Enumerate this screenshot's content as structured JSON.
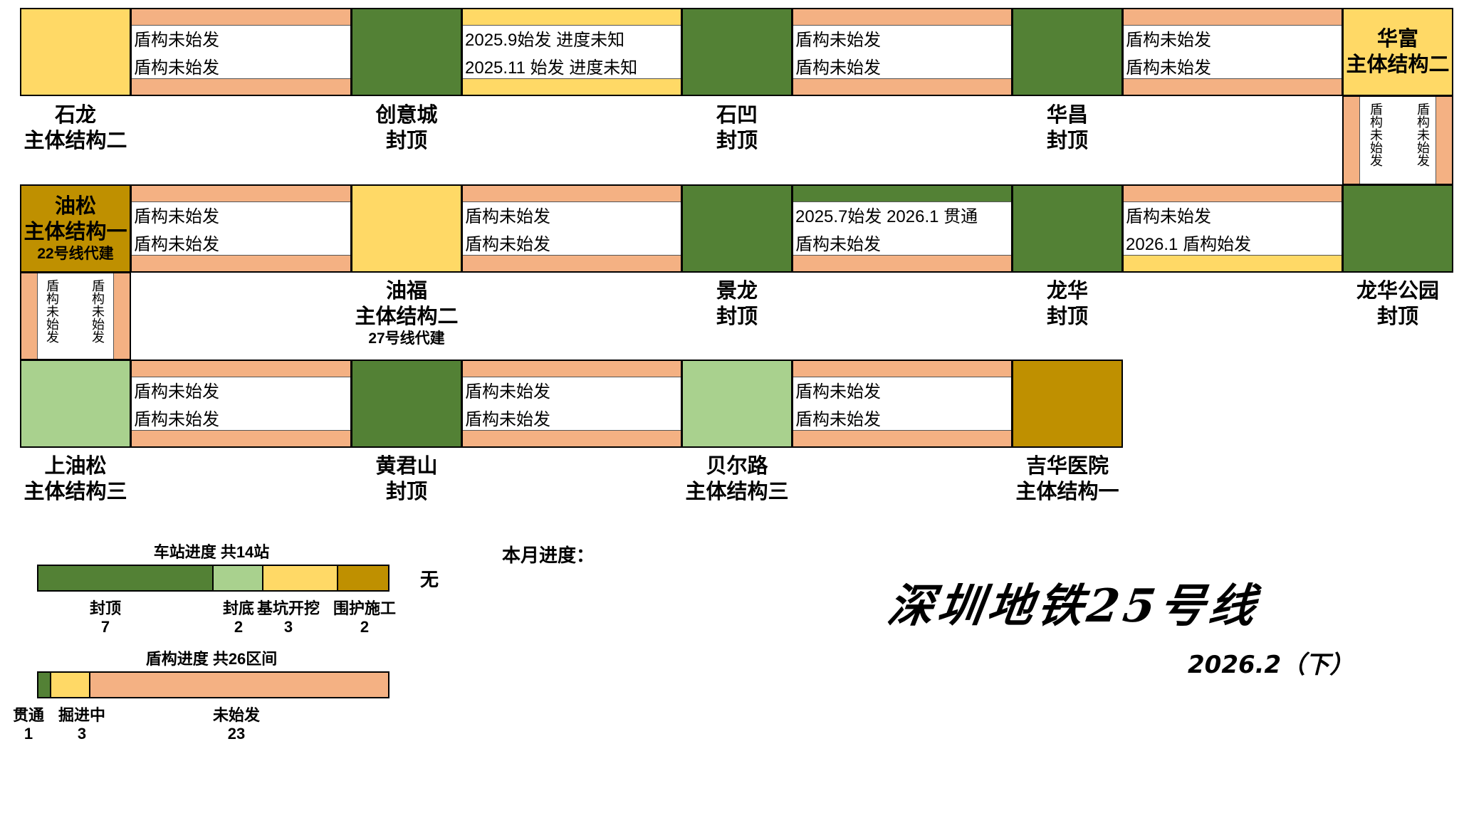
{
  "colors": {
    "capped": "#538135",
    "bottom_sealed": "#a9d18e",
    "excavation": "#ffd966",
    "enclosure": "#bf9000",
    "shield_not_started": "#f4b183",
    "shield_in_progress": "#ffd966",
    "shield_through": "#538135"
  },
  "stations": [
    {
      "name": "石龙",
      "status": "主体结构二",
      "sub": "",
      "fill": "excavation"
    },
    {
      "name": "创意城",
      "status": "封顶",
      "sub": "",
      "fill": "capped"
    },
    {
      "name": "石凹",
      "status": "封顶",
      "sub": "",
      "fill": "capped"
    },
    {
      "name": "华昌",
      "status": "封顶",
      "sub": "",
      "fill": "capped"
    },
    {
      "name": "华富",
      "status": "主体结构二",
      "sub": "",
      "fill": "excavation"
    },
    {
      "name": "油松",
      "status": "主体结构一",
      "sub": "22号线代建",
      "fill": "enclosure"
    },
    {
      "name": "油福",
      "status": "主体结构二",
      "sub": "27号线代建",
      "fill": "excavation"
    },
    {
      "name": "景龙",
      "status": "封顶",
      "sub": "",
      "fill": "capped"
    },
    {
      "name": "龙华",
      "status": "封顶",
      "sub": "",
      "fill": "capped"
    },
    {
      "name": "龙华公园",
      "status": "封顶",
      "sub": "",
      "fill": "capped"
    },
    {
      "name": "上油松",
      "status": "主体结构三",
      "sub": "",
      "fill": "bottom_sealed"
    },
    {
      "name": "黄君山",
      "status": "封顶",
      "sub": "",
      "fill": "capped"
    },
    {
      "name": "贝尔路",
      "status": "主体结构三",
      "sub": "",
      "fill": "bottom_sealed"
    },
    {
      "name": "吉华医院",
      "status": "主体结构一",
      "sub": "",
      "fill": "enclosure"
    }
  ],
  "tunnels": [
    {
      "line1": "盾构未始发",
      "line2": "盾构未始发",
      "top": "shield_not_started",
      "bottom": "shield_not_started"
    },
    {
      "line1": "2025.9始发 进度未知",
      "line2": "2025.11 始发 进度未知",
      "top": "shield_in_progress",
      "bottom": "shield_in_progress"
    },
    {
      "line1": "盾构未始发",
      "line2": "盾构未始发",
      "top": "shield_not_started",
      "bottom": "shield_not_started"
    },
    {
      "line1": "盾构未始发",
      "line2": "盾构未始发",
      "top": "shield_not_started",
      "bottom": "shield_not_started"
    },
    {
      "line1": "盾构未始发",
      "line2": "盾构未始发",
      "top": "shield_not_started",
      "bottom": "shield_not_started"
    },
    {
      "line1": "盾构未始发",
      "line2": "盾构未始发",
      "top": "shield_not_started",
      "bottom": "shield_not_started"
    },
    {
      "line1": "2025.7始发 2026.1 贯通",
      "line2": "盾构未始发",
      "top": "shield_through",
      "bottom": "shield_not_started"
    },
    {
      "line1": "盾构未始发",
      "line2": "2026.1 盾构始发",
      "top": "shield_not_started",
      "bottom": "shield_in_progress"
    },
    {
      "line1": "盾构未始发",
      "line2": "盾构未始发",
      "top": "shield_not_started",
      "bottom": "shield_not_started"
    },
    {
      "line1": "盾构未始发",
      "line2": "盾构未始发",
      "top": "shield_not_started",
      "bottom": "shield_not_started"
    },
    {
      "line1": "盾构未始发",
      "line2": "盾构未始发",
      "top": "shield_not_started",
      "bottom": "shield_not_started"
    }
  ],
  "vertical_tunnels": [
    {
      "line1": "盾构未始发",
      "line2": "盾构未始发"
    },
    {
      "line1": "盾构未始发",
      "line2": "盾构未始发"
    }
  ],
  "legend": {
    "stations": {
      "title": "车站进度 共14站",
      "items": [
        {
          "label": "封顶",
          "count": 7,
          "fill": "capped"
        },
        {
          "label": "封底",
          "count": 2,
          "fill": "bottom_sealed"
        },
        {
          "label": "基坑开挖",
          "count": 3,
          "fill": "excavation"
        },
        {
          "label": "围护施工",
          "count": 2,
          "fill": "enclosure"
        }
      ]
    },
    "shield": {
      "title": "盾构进度 共26区间",
      "items": [
        {
          "label": "贯通",
          "count": 1,
          "fill": "shield_through"
        },
        {
          "label": "掘进中",
          "count": 3,
          "fill": "shield_in_progress"
        },
        {
          "label": "未始发",
          "count": 23,
          "fill": "shield_not_started"
        }
      ]
    }
  },
  "monthly": {
    "label": "本月进度：",
    "value": "无"
  },
  "title": "深圳地铁25号线",
  "date": "2026.2（下）"
}
